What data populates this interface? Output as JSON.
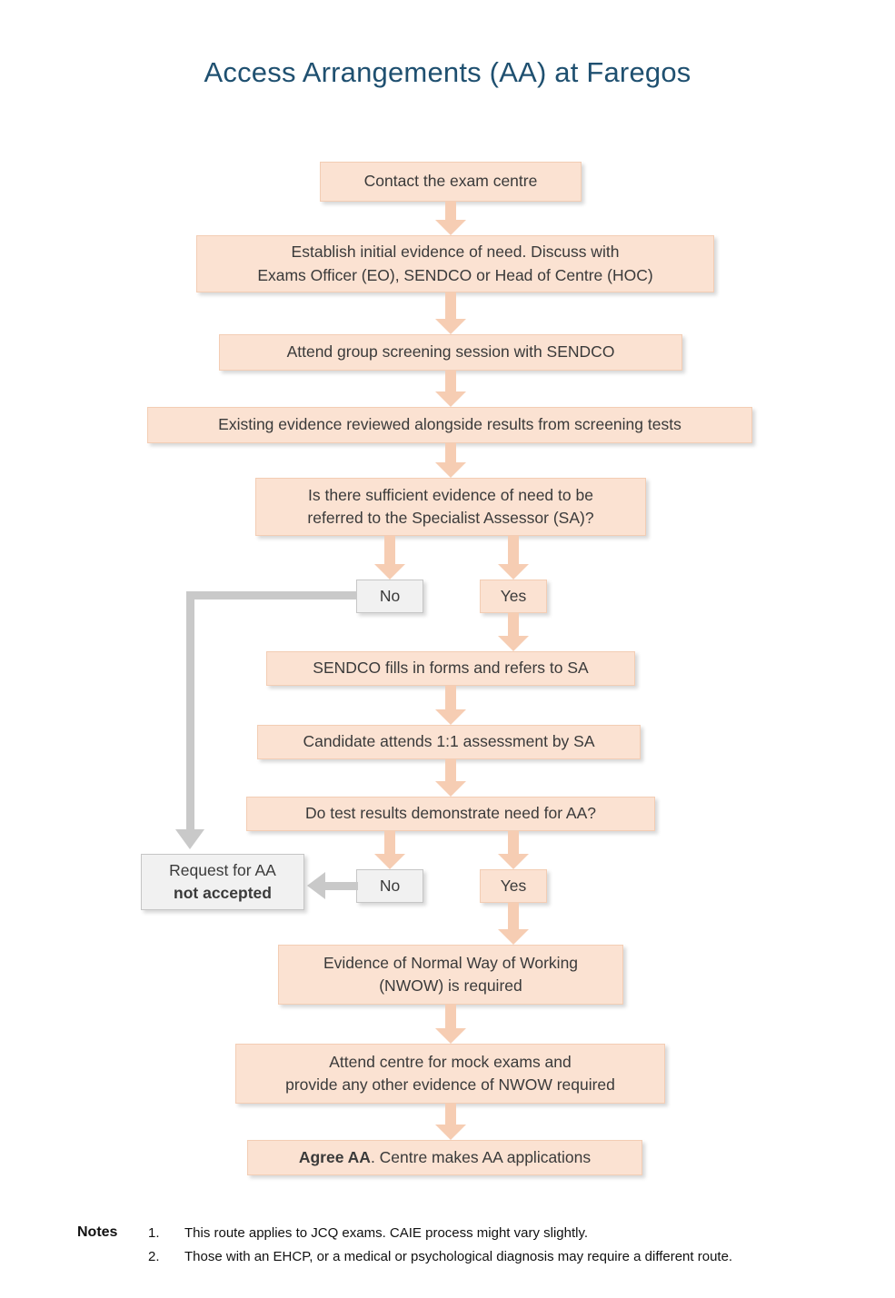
{
  "title": "Access Arrangements (AA) at Faregos",
  "colors": {
    "title": "#1f5070",
    "node_fill": "#fbe2d2",
    "node_border": "#f3cdb4",
    "grey_fill": "#f1f1f1",
    "grey_border": "#c6c6c6",
    "arrow": "#f6cdb3",
    "connector": "#c9c9c9",
    "text": "#3a3a3a"
  },
  "flow": {
    "n1": {
      "label": "Contact the exam centre"
    },
    "n2": {
      "line1": "Establish initial evidence of need. Discuss with",
      "line2": "Exams Officer (EO), SENDCO or Head of Centre (HOC)"
    },
    "n3": {
      "label": "Attend group screening session with SENDCO"
    },
    "n4": {
      "label": "Existing evidence reviewed alongside results from screening tests"
    },
    "n5": {
      "line1": "Is there sufficient evidence of need to be",
      "line2": "referred to the Specialist Assessor (SA)?"
    },
    "d1_no": {
      "label": "No"
    },
    "d1_yes": {
      "label": "Yes"
    },
    "n6": {
      "label": "SENDCO fills in forms and refers to SA"
    },
    "n7": {
      "label": "Candidate attends 1:1 assessment by SA"
    },
    "n8": {
      "label": "Do test results demonstrate need for AA?"
    },
    "d2_no": {
      "label": "No"
    },
    "d2_yes": {
      "label": "Yes"
    },
    "reject": {
      "line1": "Request for AA",
      "line2": "not accepted"
    },
    "n9": {
      "line1": "Evidence of Normal Way of Working",
      "line2": "(NWOW) is required"
    },
    "n10": {
      "line1": "Attend centre for mock exams and",
      "line2": "provide any other evidence of NWOW required"
    },
    "n11": {
      "bold": "Agree AA",
      "rest": ". Centre makes AA applications"
    }
  },
  "notes": {
    "label": "Notes",
    "items": [
      {
        "num": "1.",
        "text": "This route applies to JCQ exams. CAIE process might vary slightly."
      },
      {
        "num": "2.",
        "text": "Those with an EHCP, or a medical or psychological diagnosis may require a different route."
      }
    ]
  }
}
